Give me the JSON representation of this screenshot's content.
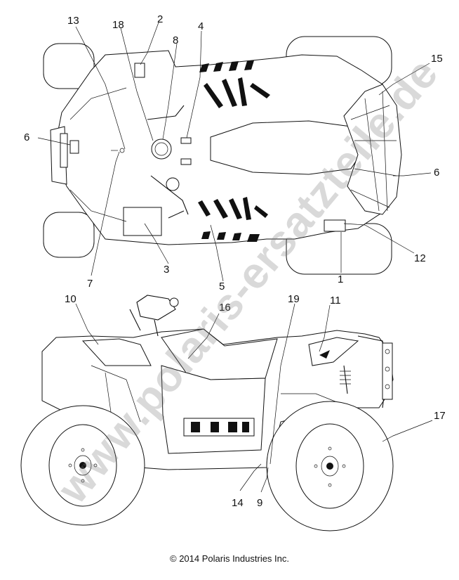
{
  "callouts": {
    "c1": "1",
    "c2": "2",
    "c3": "3",
    "c4": "4",
    "c5": "5",
    "c6a": "6",
    "c6b": "6",
    "c7": "7",
    "c8": "8",
    "c9": "9",
    "c10": "10",
    "c11": "11",
    "c12": "12",
    "c13": "13",
    "c14": "14",
    "c15": "15",
    "c16": "16",
    "c17": "17",
    "c18": "18",
    "c19": "19"
  },
  "copyright": "© 2014 Polaris Industries Inc.",
  "watermark": "www.polaris-ersatzteile.de",
  "colors": {
    "line": "#111111",
    "background": "#ffffff",
    "watermark": "#787878"
  }
}
